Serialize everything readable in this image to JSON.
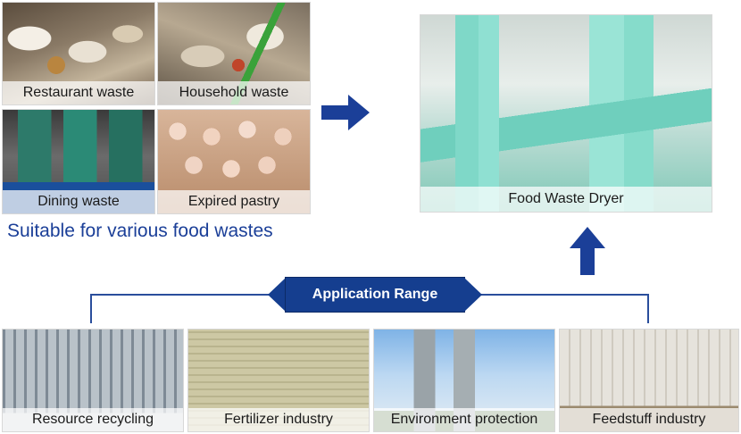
{
  "waste_tiles": [
    {
      "caption": "Restaurant waste"
    },
    {
      "caption": "Household waste"
    },
    {
      "caption": "Dining waste"
    },
    {
      "caption": "Expired pastry"
    }
  ],
  "suitable_text": "Suitable for various food wastes",
  "dryer": {
    "caption": "Food Waste Dryer"
  },
  "application_range_label": "Application Range",
  "industry_tiles": [
    {
      "caption": "Resource recycling"
    },
    {
      "caption": "Fertilizer industry"
    },
    {
      "caption": "Environment protection"
    },
    {
      "caption": "Feedstuff industry"
    }
  ],
  "colors": {
    "brand_blue": "#1b3f98",
    "dark_navy": "#153e8f"
  }
}
